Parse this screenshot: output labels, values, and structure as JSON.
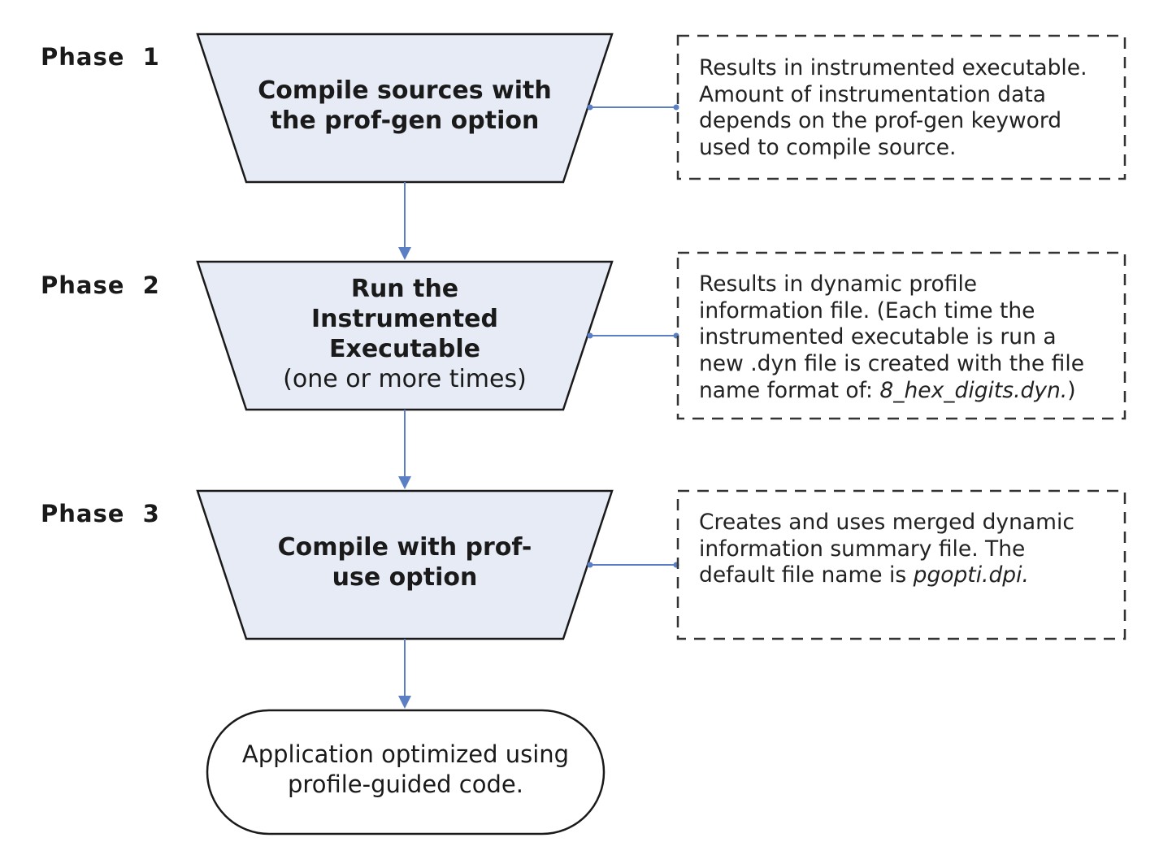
{
  "phases": [
    {
      "label": "Phase  1",
      "step_lines": [
        "Compile sources with",
        "the prof-gen option"
      ],
      "step_subtext": "",
      "note_lines": [
        {
          "text": "Results in instrumented executable.",
          "italic": ""
        },
        {
          "text": "Amount of instrumentation data",
          "italic": ""
        },
        {
          "text": "depends on the prof-gen keyword",
          "italic": ""
        },
        {
          "text": "used to compile source.",
          "italic": ""
        }
      ]
    },
    {
      "label": "Phase  2",
      "step_lines": [
        "Run the",
        "Instrumented",
        "Executable"
      ],
      "step_subtext": "(one or more times)",
      "note_lines": [
        {
          "text": "Results in dynamic profile",
          "italic": ""
        },
        {
          "text": "information file. (Each time the",
          "italic": ""
        },
        {
          "text": "instrumented executable is run a",
          "italic": ""
        },
        {
          "text": "new .dyn file is created with the file",
          "italic": ""
        },
        {
          "text": "name format of: ",
          "italic": "8_hex_digits.dyn.",
          "after": ")"
        }
      ]
    },
    {
      "label": "Phase  3",
      "step_lines": [
        "Compile with prof-",
        "use  option"
      ],
      "step_subtext": "",
      "note_lines": [
        {
          "text": "Creates and uses merged dynamic",
          "italic": ""
        },
        {
          "text": "information summary file. The",
          "italic": ""
        },
        {
          "text": "default file name is ",
          "italic": "pgopti.dpi."
        }
      ]
    }
  ],
  "final": {
    "lines": [
      "Application optimized using",
      "profile-guided code."
    ]
  },
  "colors": {
    "shape_fill": "#e6ebf5",
    "shape_stroke": "#1a1a1a",
    "connector": "#5b7fc4",
    "note_border": "#333333"
  }
}
